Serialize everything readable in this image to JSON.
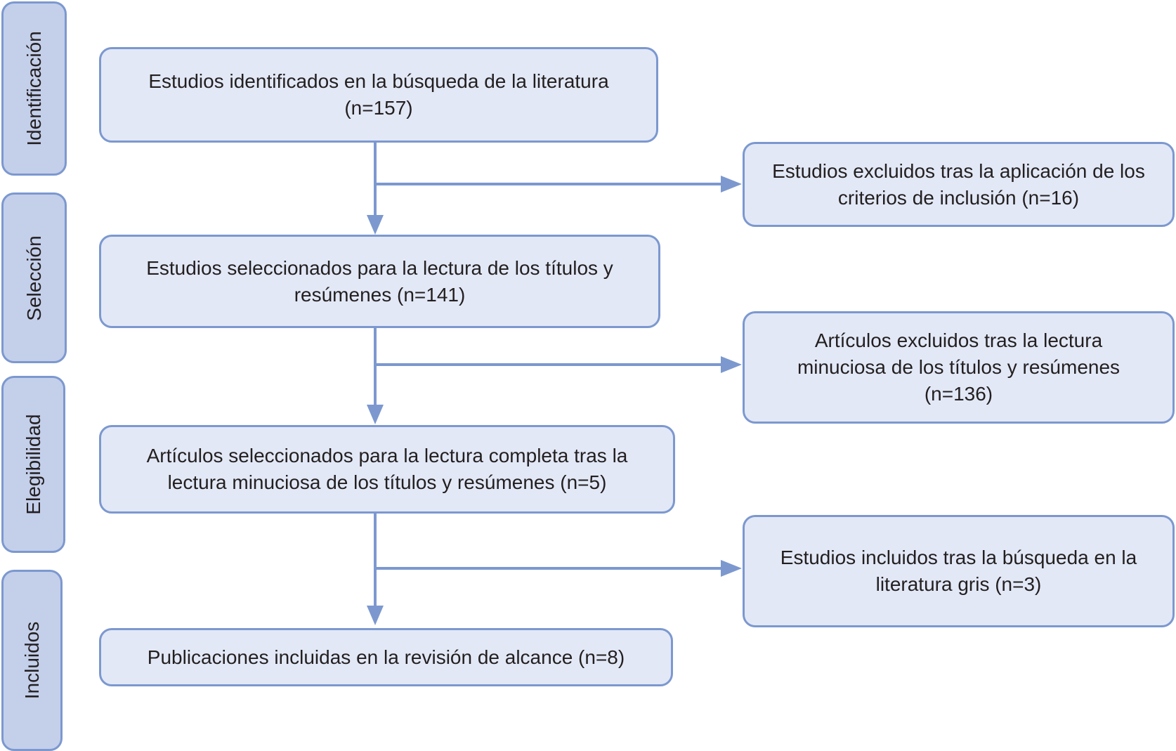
{
  "phases": {
    "identificacion": "Identificación",
    "seleccion": "Selección",
    "elegibilidad": "Elegibilidad",
    "incluidos": "Incluidos"
  },
  "boxes": {
    "identified": "Estudios identificados en la búsqueda de la literatura (n=157)",
    "screened": "Estudios seleccionados para la lectura de los títulos y resúmenes (n=141)",
    "full_text": "Artículos seleccionados para la lectura completa tras la lectura minuciosa de los títulos y resúmenes (n=5)",
    "included": "Publicaciones incluidas en la revisión de alcance (n=8)",
    "excluded_criteria": "Estudios excluidos tras la aplicación de los criterios de inclusión (n=16)",
    "excluded_titles": "Artículos excluidos tras la lectura minuciosa de los títulos y resúmenes (n=136)",
    "grey_literature": "Estudios incluidos tras la búsqueda en la literatura gris (n=3)"
  },
  "colors": {
    "phase_fill": "#c4cfea",
    "box_fill": "#e2e8f6",
    "stroke": "#7c98cf"
  }
}
